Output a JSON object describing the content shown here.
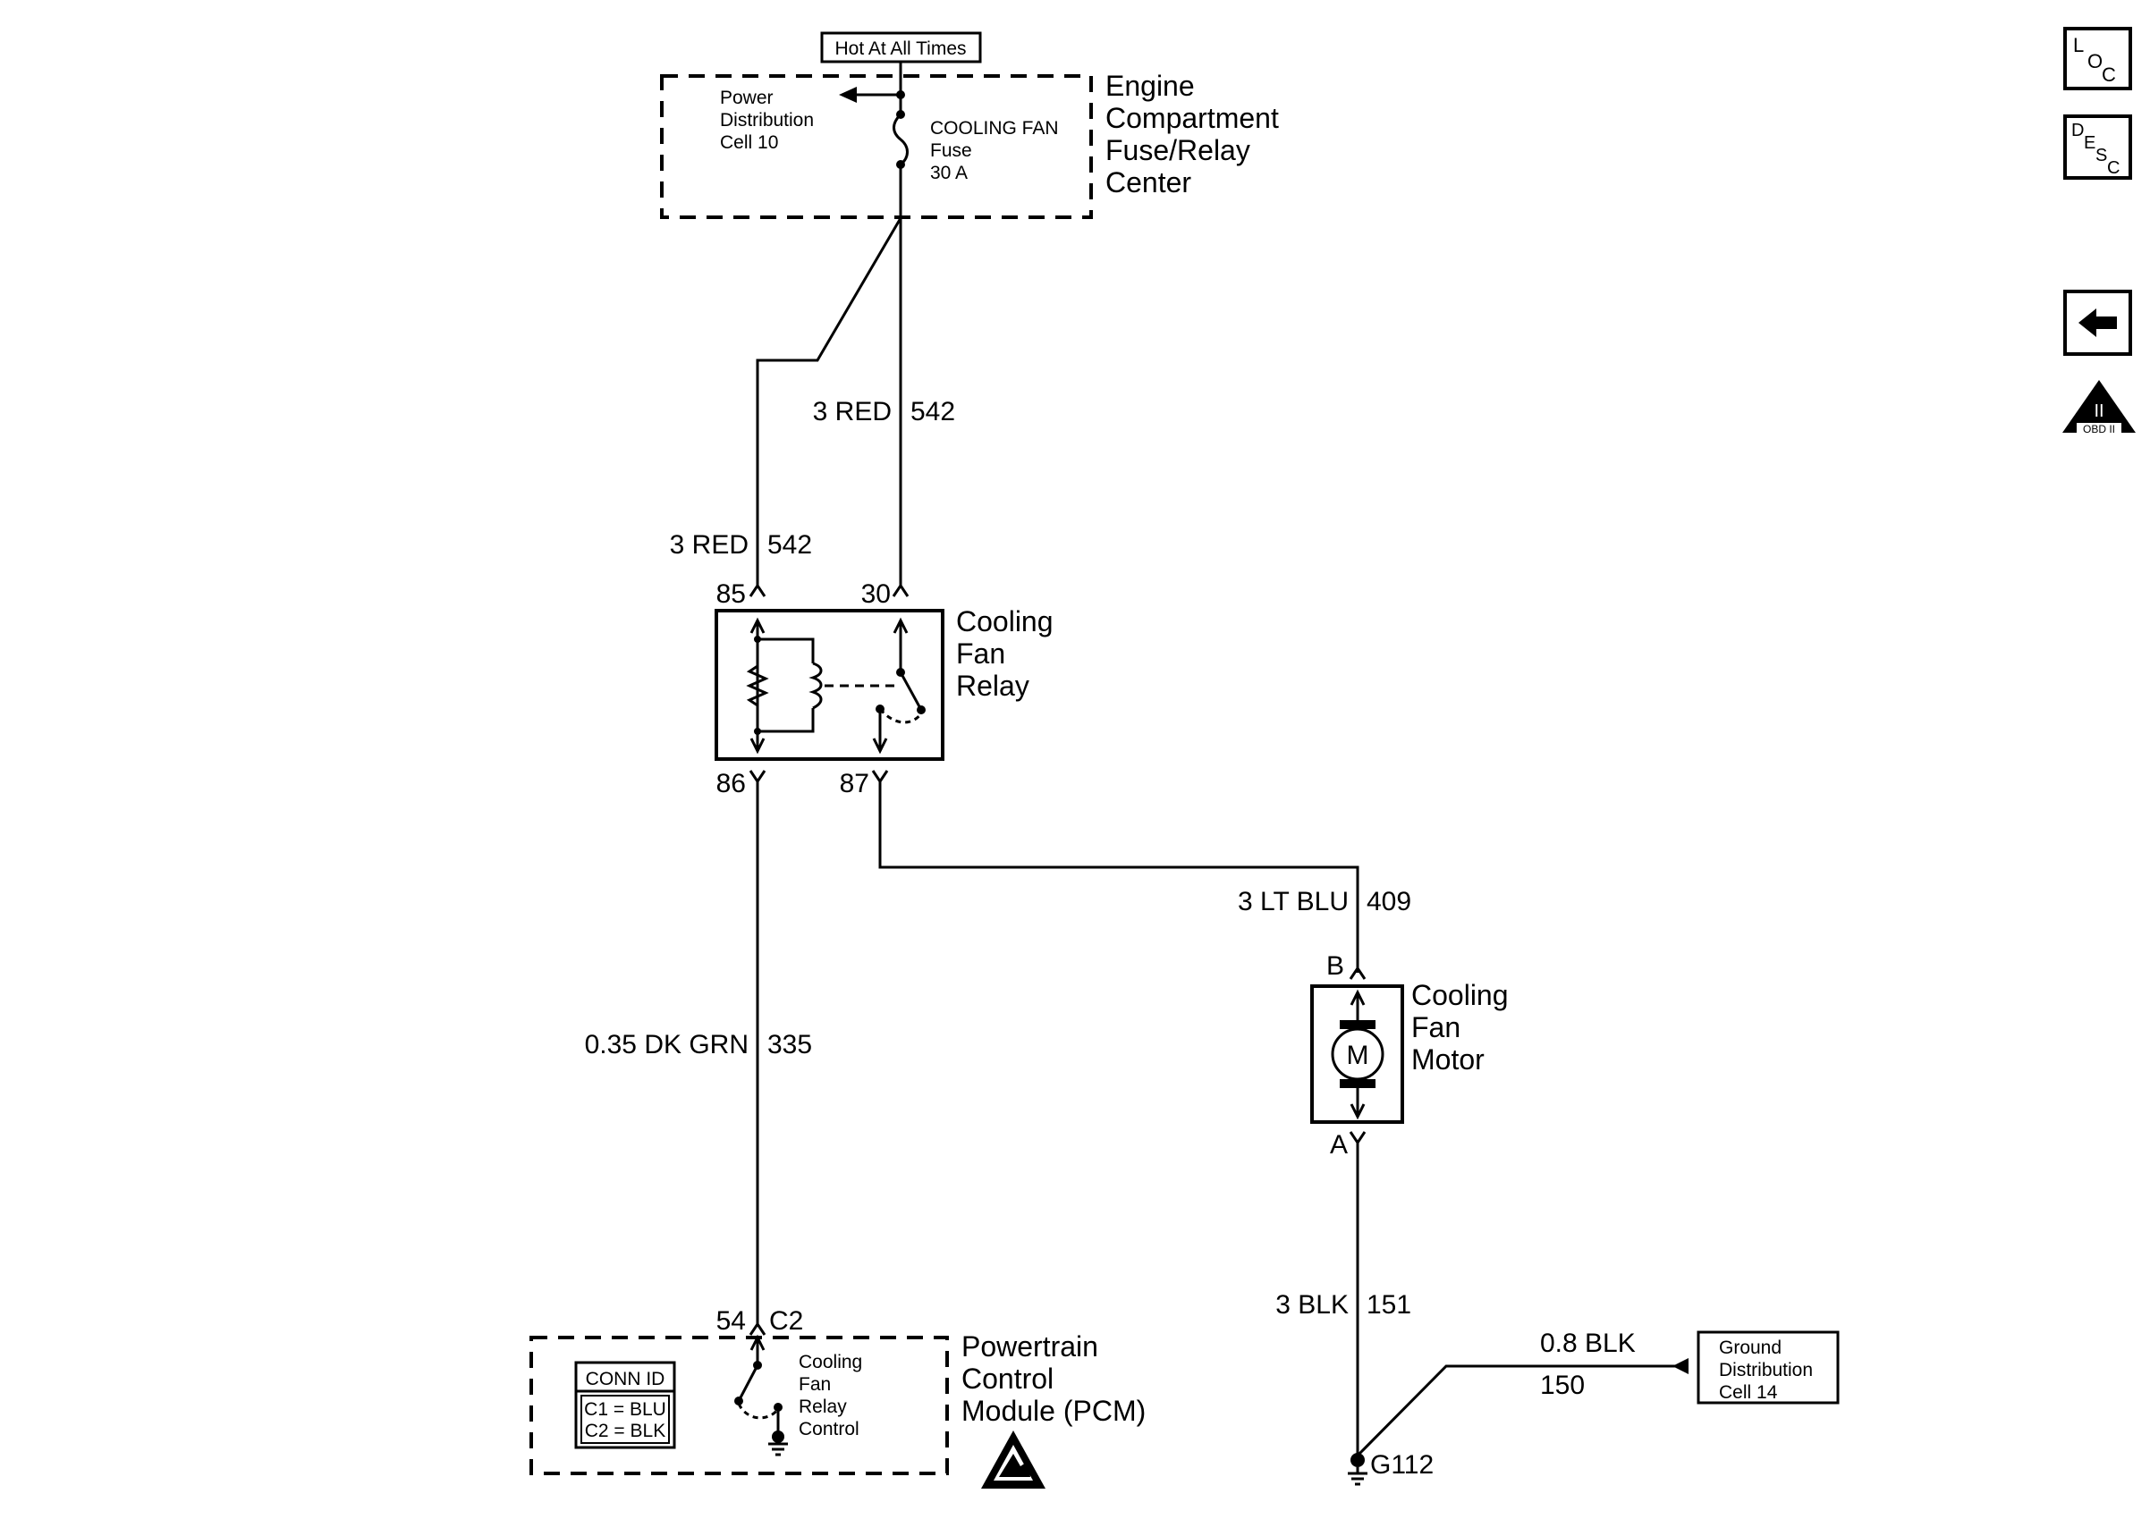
{
  "power": {
    "hot_label": "Hot At All Times",
    "pd_line1": "Power",
    "pd_line2": "Distribution",
    "pd_line3": "Cell 10",
    "fuse_line1": "COOLING FAN",
    "fuse_line2": "Fuse",
    "fuse_line3": "30 A",
    "center_line1": "Engine",
    "center_line2": "Compartment",
    "center_line3": "Fuse/Relay",
    "center_line4": "Center"
  },
  "wires": {
    "red_left": {
      "color": "3 RED",
      "circuit": "542"
    },
    "red_right": {
      "color": "3 RED",
      "circuit": "542"
    },
    "lt_blu": {
      "color": "3 LT BLU",
      "circuit": "409"
    },
    "dk_grn": {
      "color": "0.35 DK GRN",
      "circuit": "335"
    },
    "blk_151": {
      "color": "3 BLK",
      "circuit": "151"
    },
    "blk_150": {
      "color": "0.8 BLK",
      "circuit": "150"
    }
  },
  "relay": {
    "line1": "Cooling",
    "line2": "Fan",
    "line3": "Relay",
    "pin85": "85",
    "pin30": "30",
    "pin86": "86",
    "pin87": "87"
  },
  "motor": {
    "line1": "Cooling",
    "line2": "Fan",
    "line3": "Motor",
    "symbol": "M",
    "pinB": "B",
    "pinA": "A"
  },
  "pcm": {
    "pin": "54",
    "connector": "C2",
    "conn_title": "CONN ID",
    "conn_c1": "C1 = BLU",
    "conn_c2": "C2 = BLK",
    "ctrl_line1": "Cooling",
    "ctrl_line2": "Fan",
    "ctrl_line3": "Relay",
    "ctrl_line4": "Control",
    "name_line1": "Powertrain",
    "name_line2": "Control",
    "name_line3": "Module (PCM)"
  },
  "ground": {
    "id": "G112",
    "gd_line1": "Ground",
    "gd_line2": "Distribution",
    "gd_line3": "Cell 14"
  },
  "nav": {
    "loc_l": "L",
    "loc_o": "O",
    "loc_c": "C",
    "desc_d": "D",
    "desc_e": "E",
    "desc_s": "S",
    "desc_c": "C",
    "obd_roman": "II",
    "obd_label": "OBD II"
  }
}
